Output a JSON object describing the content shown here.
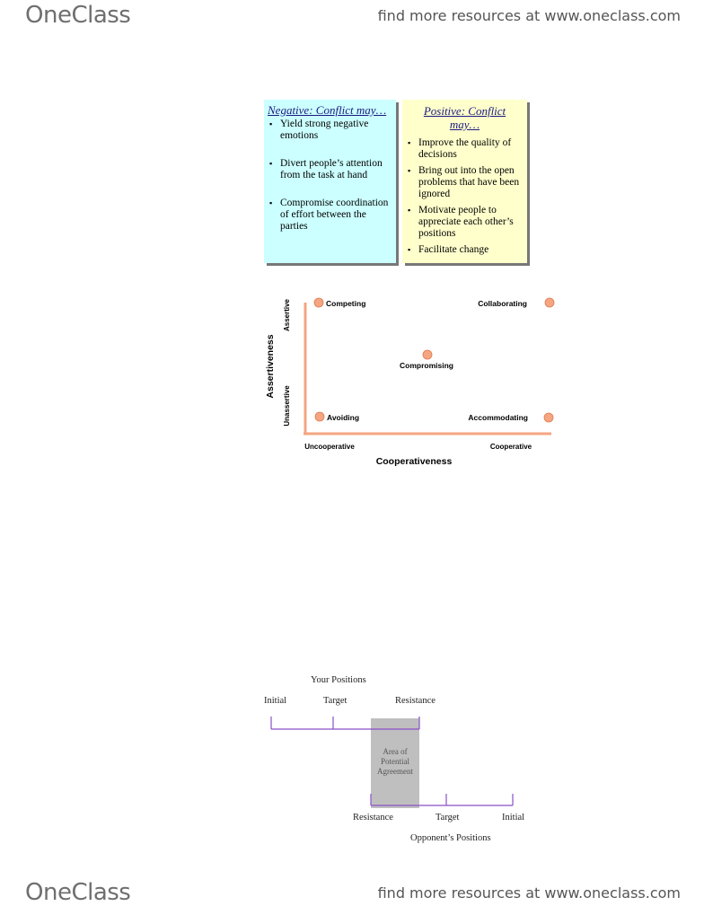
{
  "header": {
    "logo_text": "OneClass",
    "promo_text": "find more resources at www.oneclass.com"
  },
  "footer": {
    "logo_text": "OneClass",
    "promo_text": "find more resources at www.oneclass.com"
  },
  "conflict": {
    "negative": {
      "heading": "Negative: Conflict may…",
      "items": [
        "Yield strong negative emotions",
        "Divert people’s attention from the task at hand",
        "Compromise coordination of effort between the parties"
      ]
    },
    "positive": {
      "heading": "Positive: Conflict may…",
      "items": [
        "Improve the quality of decisions",
        "Bring out into the open problems that have been ignored",
        "Motivate people to appreciate each other’s positions",
        "Facilitate change"
      ]
    }
  },
  "styles_grid": {
    "y_axis_title": "Assertiveness",
    "y_high": "Assertive",
    "y_low": "Unassertive",
    "x_axis_title": "Cooperativeness",
    "x_low": "Uncooperative",
    "x_high": "Cooperative",
    "styles": {
      "competing": "Competing",
      "collaborating": "Collaborating",
      "compromising": "Compromising",
      "avoiding": "Avoiding",
      "accommodating": "Accommodating"
    },
    "colors": {
      "axis": "#f4a582",
      "dot": "#f4a582",
      "dot_stroke": "#e07a4e"
    }
  },
  "negotiation": {
    "your_title": "Your Positions",
    "your_labels": {
      "initial": "Initial",
      "target": "Target",
      "resistance": "Resistance"
    },
    "area_label": "Area of Potential Agreement",
    "opp_labels": {
      "resistance": "Resistance",
      "target": "Target",
      "initial": "Initial"
    },
    "opp_title": "Opponent’s Positions",
    "colors": {
      "line": "#8a4fc7",
      "area": "#bfbfbf"
    }
  }
}
